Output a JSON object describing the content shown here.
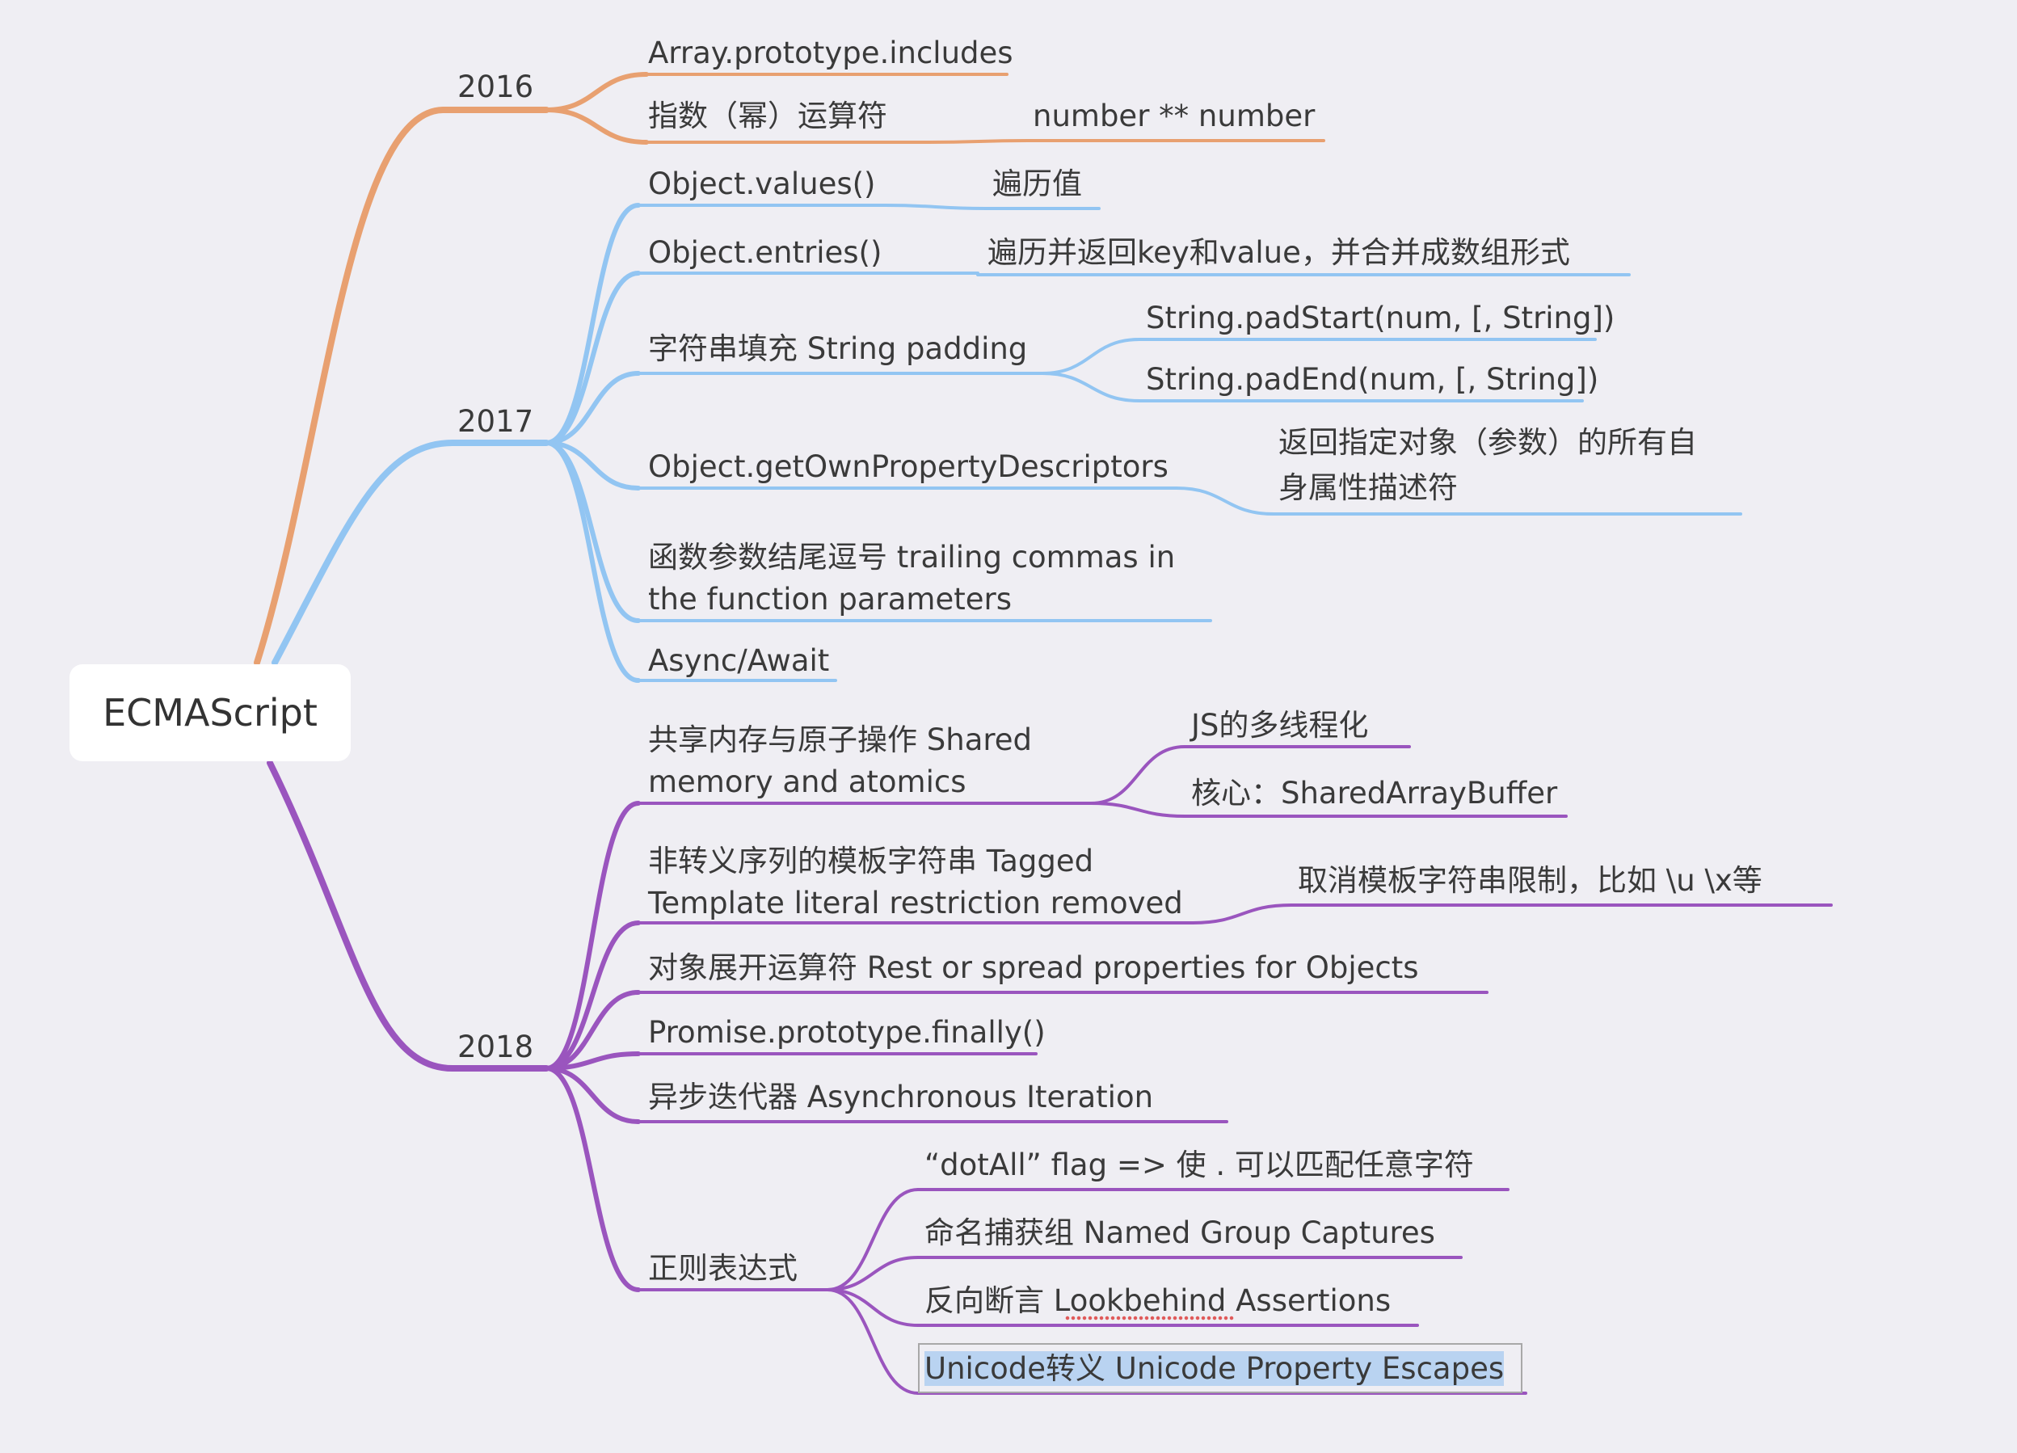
{
  "colors": {
    "y2016": "#e8a070",
    "y2017": "#92c5f2",
    "y2018": "#9a55be",
    "text": "#3a3a3a",
    "selection": "#b9d3f1"
  },
  "root": {
    "label": "ECMAScript"
  },
  "y2016": {
    "year": "2016",
    "items": [
      {
        "label": "Array.prototype.includes"
      },
      {
        "label": "指数（幂）运算符",
        "detail": "number ** number"
      }
    ]
  },
  "y2017": {
    "year": "2017",
    "items": [
      {
        "label": "Object.values()",
        "detail": "遍历值"
      },
      {
        "label": "Object.entries()",
        "detail": "遍历并返回key和value，并合并成数组形式"
      },
      {
        "label": "字符串填充 String padding",
        "sub": [
          "String.padStart(num, [, String])",
          "String.padEnd(num, [, String])"
        ]
      },
      {
        "label": "Object.getOwnPropertyDescriptors",
        "detail_lines": [
          "返回指定对象（参数）的所有自",
          "身属性描述符"
        ]
      },
      {
        "label_lines": [
          "函数参数结尾逗号 trailing commas in",
          "the function parameters"
        ]
      },
      {
        "label": "Async/Await"
      }
    ]
  },
  "y2018": {
    "year": "2018",
    "items": [
      {
        "label_lines": [
          "共享内存与原子操作 Shared",
          "memory and atomics"
        ],
        "sub": [
          "JS的多线程化",
          "核心：SharedArrayBuffer"
        ]
      },
      {
        "label_lines": [
          "非转义序列的模板字符串 Tagged",
          "Template literal restriction removed"
        ],
        "detail": "取消模板字符串限制，比如 \\u \\x等"
      },
      {
        "label": "对象展开运算符 Rest or spread properties for Objects"
      },
      {
        "label": "Promise.prototype.finally()"
      },
      {
        "label": "异步迭代器 Asynchronous Iteration"
      },
      {
        "label": "正则表达式",
        "sub": [
          "“dotAll” flag => 使 . 可以匹配任意字符",
          "命名捕获组 Named Group Captures",
          "反向断言 Lookbehind Assertions",
          "Unicode转义  Unicode Property Escapes"
        ]
      }
    ]
  }
}
